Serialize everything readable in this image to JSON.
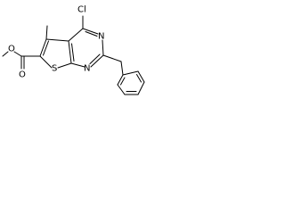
{
  "molecule": {
    "atom_labels": {
      "chlorine": "Cl",
      "pyrimidine_n_top": "N",
      "pyrimidine_n_bottom": "N",
      "thiophene_s": "S",
      "ester_o_carbonyl": "O",
      "ester_o_ether": "O"
    },
    "colors": {
      "bond": "#000000",
      "background": "#ffffff"
    }
  }
}
